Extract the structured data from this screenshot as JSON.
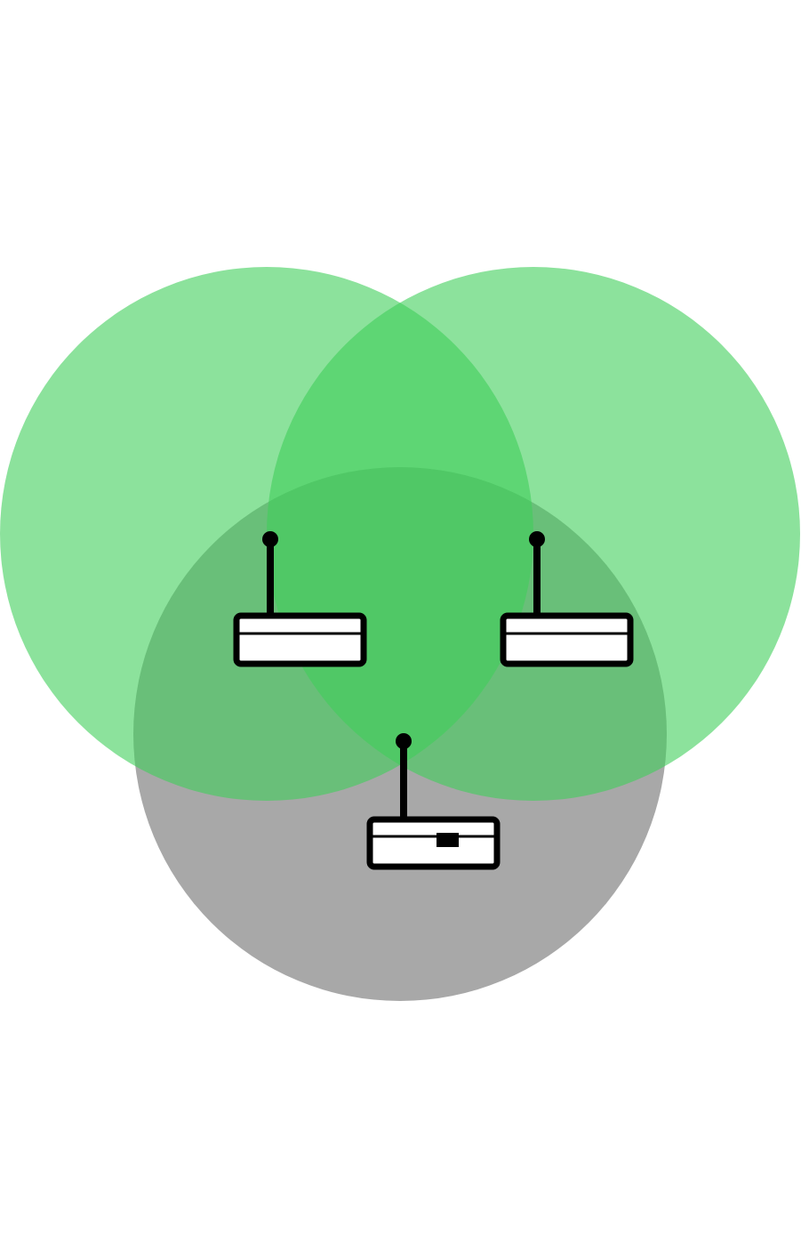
{
  "colors": {
    "background": "#ffffff",
    "green_coverage": "#3fcf5a",
    "green_opacity": 0.6,
    "gray_coverage": "#a8a8a8",
    "device_fill": "#ffffff",
    "device_stroke": "#000000"
  },
  "coverage_zones": [
    {
      "name": "left-coverage-zone",
      "color": "green"
    },
    {
      "name": "right-coverage-zone",
      "color": "green"
    },
    {
      "name": "bottom-coverage-zone",
      "color": "gray"
    }
  ],
  "devices": [
    {
      "name": "left-access-point",
      "icon": "wireless-router-icon",
      "has_indicator": false
    },
    {
      "name": "right-access-point",
      "icon": "wireless-router-icon",
      "has_indicator": false
    },
    {
      "name": "bottom-client-device",
      "icon": "wireless-router-icon",
      "has_indicator": true
    }
  ]
}
